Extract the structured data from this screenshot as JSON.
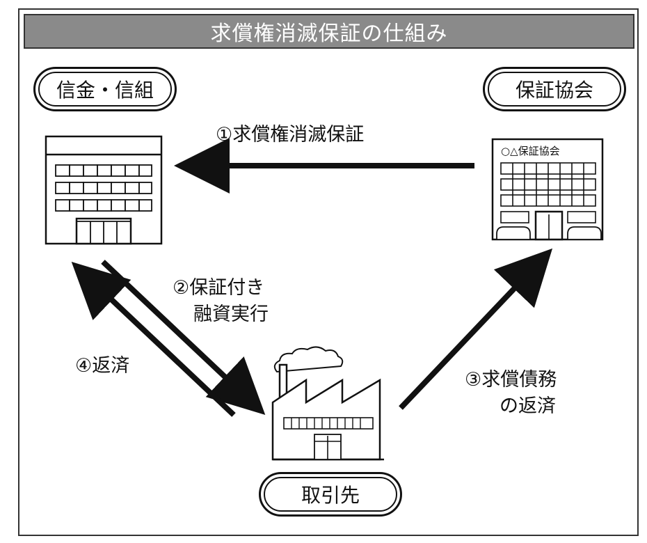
{
  "title": "求償権消滅保証の仕組み",
  "nodes": {
    "bank": {
      "label": "信金・信組"
    },
    "guarantee_assoc": {
      "label": "保証協会",
      "building_sign": "○△保証協会"
    },
    "client": {
      "label": "取引先"
    }
  },
  "edges": {
    "step1": {
      "label": "①求償権消滅保証"
    },
    "step2": {
      "label_line1": "②保証付き",
      "label_line2": "融資実行"
    },
    "step3": {
      "label_line1": "③求償債務",
      "label_line2": "の返済"
    },
    "step4": {
      "label": "④返済"
    }
  }
}
